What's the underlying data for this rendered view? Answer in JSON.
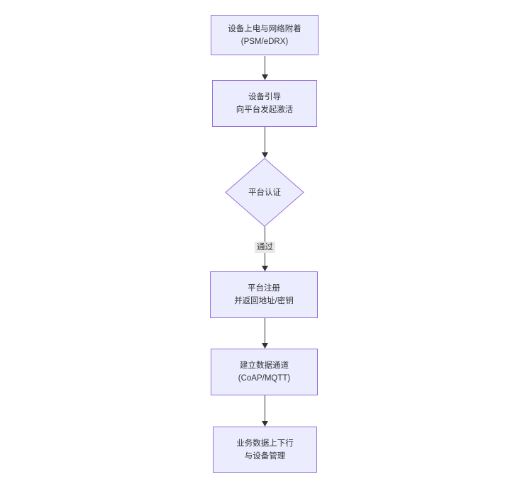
{
  "diagram": {
    "type": "flowchart",
    "direction": "top-down",
    "colors": {
      "background": "#ffffff",
      "node_fill": "#ECECFF",
      "node_border": "#9370DB",
      "edge_color": "#333333",
      "arrow_color": "#333333",
      "text_color": "#333333",
      "edge_label_bg": "#e8e8e8"
    },
    "nodes": [
      {
        "id": "power-attach",
        "shape": "rect",
        "lines": [
          "设备上电与网络附着",
          "(PSM/eDRX)"
        ]
      },
      {
        "id": "bootstrap",
        "shape": "rect",
        "lines": [
          "设备引导",
          "向平台发起激活"
        ]
      },
      {
        "id": "platform-auth",
        "shape": "diamond",
        "lines": [
          "平台认证"
        ]
      },
      {
        "id": "platform-register",
        "shape": "rect",
        "lines": [
          "平台注册",
          "并返回地址/密钥"
        ]
      },
      {
        "id": "data-channel",
        "shape": "rect",
        "lines": [
          "建立数据通道",
          "(CoAP/MQTT)"
        ]
      },
      {
        "id": "business-data",
        "shape": "rect",
        "lines": [
          "业务数据上下行",
          "与设备管理"
        ]
      }
    ],
    "edges": [
      {
        "from": "power-attach",
        "to": "bootstrap",
        "label": ""
      },
      {
        "from": "bootstrap",
        "to": "platform-auth",
        "label": ""
      },
      {
        "from": "platform-auth",
        "to": "platform-register",
        "label": "通过"
      },
      {
        "from": "platform-register",
        "to": "data-channel",
        "label": ""
      },
      {
        "from": "data-channel",
        "to": "business-data",
        "label": ""
      }
    ]
  }
}
